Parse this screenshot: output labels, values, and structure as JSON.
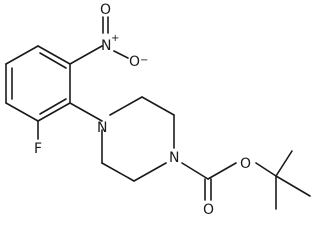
{
  "molecule": {
    "atoms": {
      "nitro_n": "N",
      "nitro_n_charge": "+",
      "nitro_o_top": "O",
      "nitro_o_right": "O",
      "nitro_o_right_charge": "−",
      "fluorine": "F",
      "piperazine_n_aryl": "N",
      "piperazine_n_carbamate": "N",
      "carbonyl_o": "O",
      "ester_o": "O"
    },
    "colors": {
      "ink": "#1a1a1a",
      "background": "#ffffff"
    }
  }
}
